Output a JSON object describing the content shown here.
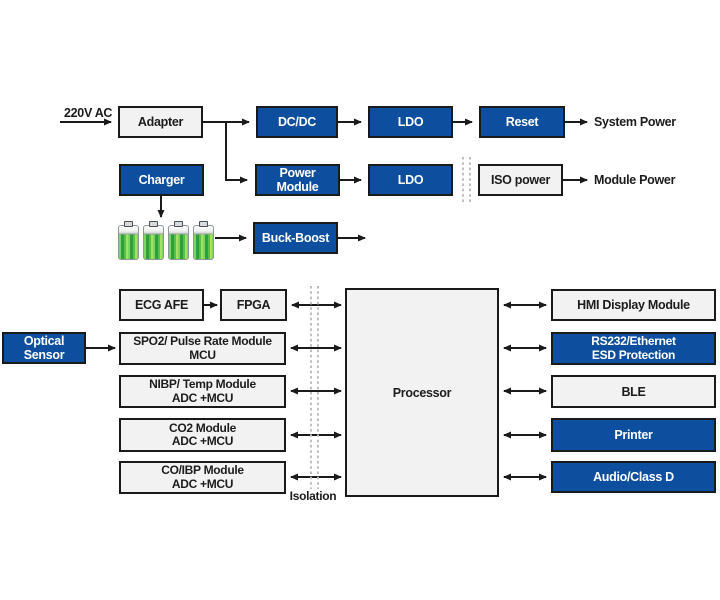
{
  "colors": {
    "blue": "#0d4f9e",
    "light_fill": "#f1f2f1",
    "line": "#1a1a1a",
    "dashed": "#bdbdbd"
  },
  "power_section": {
    "input_label": "220V AC",
    "adapter": "Adapter",
    "dcdc": "DC/DC",
    "ldo_top": "LDO",
    "reset": "Reset",
    "system_power": "System Power",
    "power_module": "Power Module",
    "ldo_bottom": "LDO",
    "iso_power": "ISO power",
    "module_power": "Module Power",
    "charger": "Charger",
    "buck_boost": "Buck-Boost"
  },
  "signal_section": {
    "optical_sensor": "Optical Sensor",
    "ecg_afe": "ECG AFE",
    "fpga": "FPGA",
    "spo2": {
      "line1": "SPO2/ Pulse Rate Module",
      "line2": "MCU"
    },
    "nibp": {
      "line1": "NIBP/ Temp Module",
      "line2": "ADC +MCU"
    },
    "co2": {
      "line1": "CO2 Module",
      "line2": "ADC +MCU"
    },
    "co_ibp": {
      "line1": "CO/IBP Module",
      "line2": "ADC +MCU"
    },
    "isolation_label": "Isolation",
    "processor": "Processor",
    "hmi": "HMI Display Module",
    "rs232": {
      "line1": "RS232/Ethernet",
      "line2": "ESD Protection"
    },
    "ble": "BLE",
    "printer": "Printer",
    "audio": "Audio/Class D"
  }
}
